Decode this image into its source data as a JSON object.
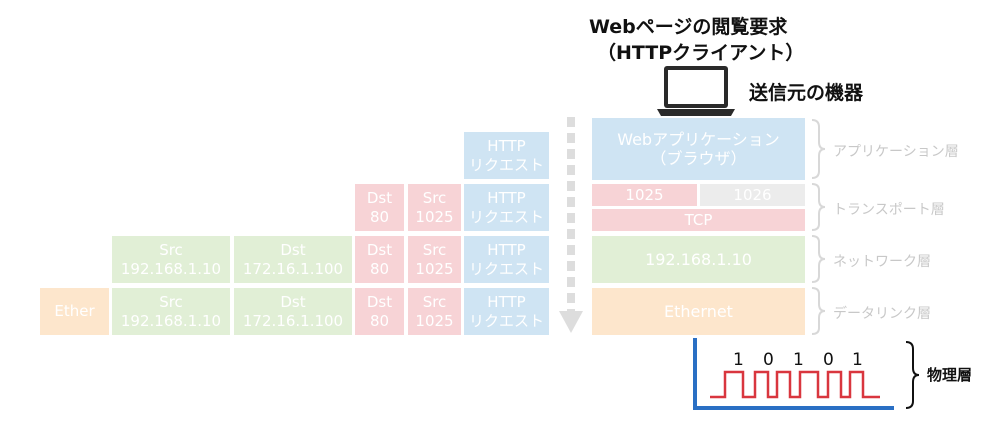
{
  "header": {
    "title_line1": "Webページの閲覧要求",
    "title_line2": "（HTTPクライアント）",
    "sender_label": "送信元の機器"
  },
  "encapsulation": {
    "http": {
      "line1": "HTTP",
      "line2": "リクエスト"
    },
    "tcp_dst": {
      "line1": "Dst",
      "line2": "80"
    },
    "tcp_src": {
      "line1": "Src",
      "line2": "1025"
    },
    "ip_src": {
      "line1": "Src",
      "line2": "192.168.1.10"
    },
    "ip_dst": {
      "line1": "Dst",
      "line2": "172.16.1.100"
    },
    "ether": "Ether"
  },
  "stack": {
    "app": {
      "line1": "Webアプリケーション",
      "line2": "（ブラウザ）"
    },
    "port_left": "1025",
    "port_right": "1026",
    "tcp": "TCP",
    "ip": "192.168.1.10",
    "ethernet": "Ethernet"
  },
  "layers": {
    "application": "アプリケーション層",
    "transport": "トランスポート層",
    "network": "ネットワーク層",
    "datalink": "データリンク層",
    "physical": "物理層"
  },
  "physical_bits": [
    "1",
    "0",
    "1",
    "0",
    "1"
  ],
  "colors": {
    "application": "#cfe4f3",
    "transport": "#f7d3d6",
    "network": "#e1efd6",
    "datalink": "#fde6cc",
    "signal": "#d9363e",
    "cable": "#2a6fc4"
  }
}
